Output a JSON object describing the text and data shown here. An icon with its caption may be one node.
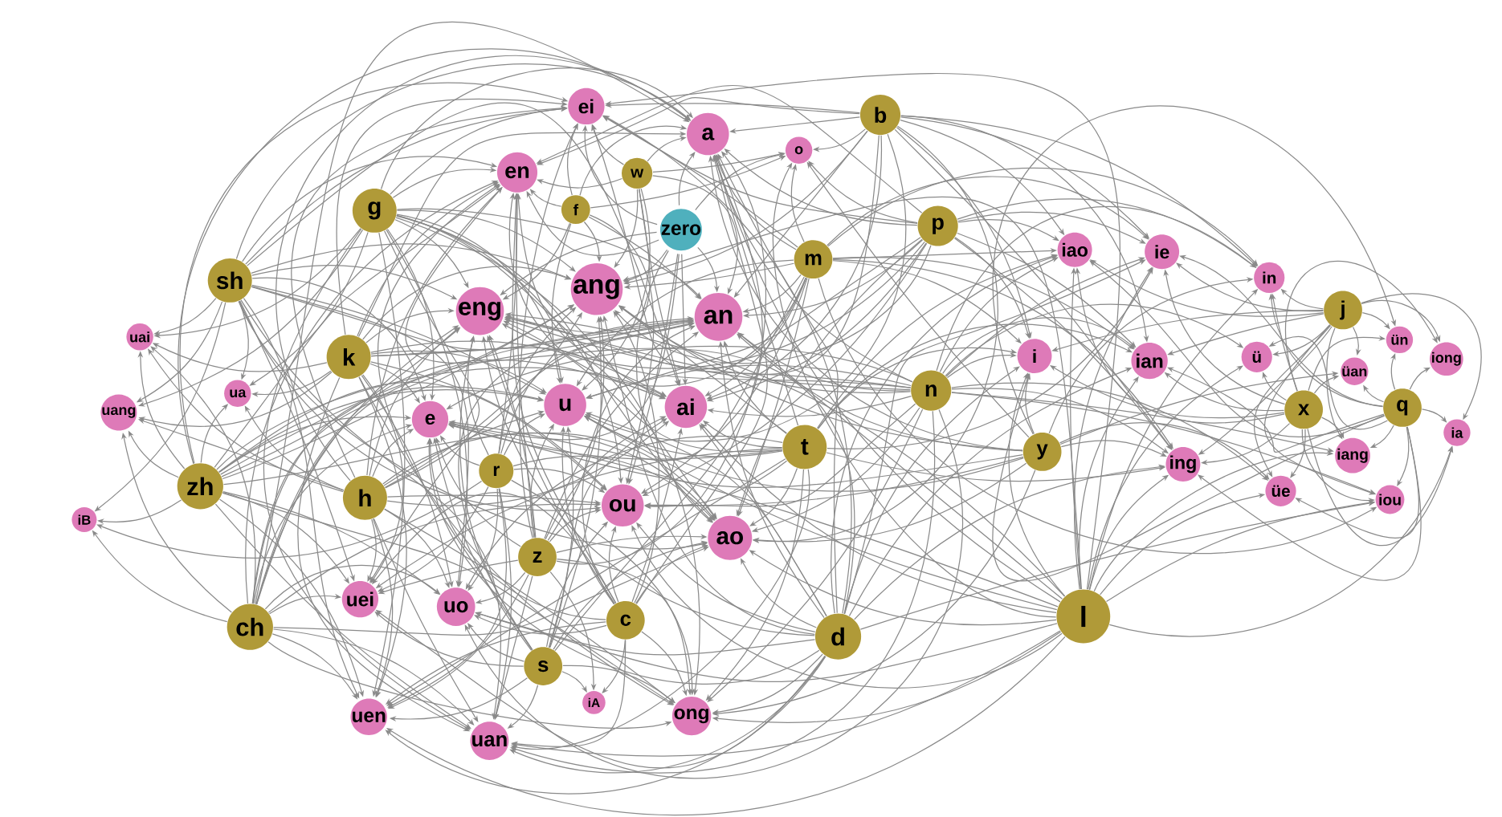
{
  "diagram": {
    "nodes": [
      {
        "text": [
          "ei"
        ]
      },
      {
        "text": [
          "b"
        ]
      },
      {
        "text": [
          "a"
        ]
      },
      {
        "text": [
          "o"
        ]
      },
      {
        "text": [
          "en"
        ]
      },
      {
        "text": [
          "w"
        ]
      },
      {
        "text": [
          "f"
        ]
      },
      {
        "text": [
          "g"
        ]
      },
      {
        "text": [
          "p"
        ]
      },
      {
        "text": [
          "zero"
        ]
      },
      {
        "text": [
          "iao"
        ]
      },
      {
        "text": [
          "ie"
        ]
      },
      {
        "text": [
          "m"
        ]
      },
      {
        "text": [
          "in"
        ]
      },
      {
        "text": [
          "sh"
        ]
      },
      {
        "text": [
          "ang"
        ]
      },
      {
        "text": [
          "j"
        ]
      },
      {
        "text": [
          "eng"
        ]
      },
      {
        "text": [
          "an"
        ]
      },
      {
        "text": [
          "uai"
        ]
      },
      {
        "text": [
          "ün"
        ]
      },
      {
        "text": [
          "i"
        ]
      },
      {
        "text": [
          "k"
        ]
      },
      {
        "text": [
          "ü"
        ]
      },
      {
        "text": [
          "ian"
        ]
      },
      {
        "text": [
          "iong"
        ]
      },
      {
        "text": [
          "üan"
        ]
      },
      {
        "text": [
          "n"
        ]
      },
      {
        "text": [
          "ua"
        ]
      },
      {
        "text": [
          "u"
        ]
      },
      {
        "text": [
          "ai"
        ]
      },
      {
        "text": [
          "q"
        ]
      },
      {
        "text": [
          "x"
        ]
      },
      {
        "text": [
          "uang"
        ]
      },
      {
        "text": [
          "e"
        ]
      },
      {
        "text": [
          "ia"
        ]
      },
      {
        "text": [
          "t"
        ]
      },
      {
        "text": [
          "y"
        ]
      },
      {
        "text": [
          "iang"
        ]
      },
      {
        "text": [
          "ing"
        ]
      },
      {
        "text": [
          "r"
        ]
      },
      {
        "text": [
          "zh"
        ]
      },
      {
        "text": [
          "üe"
        ]
      },
      {
        "text": [
          "h"
        ]
      },
      {
        "text": [
          "iou"
        ]
      },
      {
        "text": [
          "ou"
        ]
      },
      {
        "text": [
          "iB"
        ]
      },
      {
        "text": [
          "ao"
        ]
      },
      {
        "text": [
          "z"
        ]
      },
      {
        "text": [
          "uei"
        ]
      },
      {
        "text": [
          "uo"
        ]
      },
      {
        "text": [
          "l"
        ]
      },
      {
        "text": [
          "c"
        ]
      },
      {
        "text": [
          "ch"
        ]
      },
      {
        "text": [
          "d"
        ]
      },
      {
        "text": [
          "s"
        ]
      },
      {
        "text": [
          "iA"
        ]
      },
      {
        "text": [
          "ong"
        ]
      },
      {
        "text": [
          "uen"
        ]
      },
      {
        "text": [
          "uan"
        ]
      }
    ],
    "edges": [
      {
        "from": 1,
        "to": 2,
        "arrow": "to"
      },
      {
        "from": 1,
        "to": 3,
        "arrow": "to"
      },
      {
        "from": 1,
        "to": 30,
        "arrow": "to"
      },
      {
        "from": 1,
        "to": 0,
        "arrow": "to"
      },
      {
        "from": 1,
        "to": 47,
        "arrow": "to"
      },
      {
        "from": 1,
        "to": 18,
        "arrow": "to"
      },
      {
        "from": 1,
        "to": 4,
        "arrow": "to"
      },
      {
        "from": 1,
        "to": 15,
        "arrow": "to"
      },
      {
        "from": 1,
        "to": 17,
        "arrow": "to"
      },
      {
        "from": 1,
        "to": 21,
        "arrow": "to"
      },
      {
        "from": 1,
        "to": 11,
        "arrow": "to"
      },
      {
        "from": 1,
        "to": 10,
        "arrow": "to"
      },
      {
        "from": 1,
        "to": 24,
        "arrow": "to"
      },
      {
        "from": 1,
        "to": 13,
        "arrow": "to"
      },
      {
        "from": 1,
        "to": 39,
        "arrow": "to"
      },
      {
        "from": 1,
        "to": 29,
        "arrow": "to"
      },
      {
        "from": 8,
        "to": 2,
        "arrow": "to"
      },
      {
        "from": 8,
        "to": 3,
        "arrow": "to"
      },
      {
        "from": 8,
        "to": 30,
        "arrow": "to"
      },
      {
        "from": 8,
        "to": 0,
        "arrow": "to"
      },
      {
        "from": 8,
        "to": 47,
        "arrow": "to"
      },
      {
        "from": 8,
        "to": 45,
        "arrow": "to"
      },
      {
        "from": 8,
        "to": 18,
        "arrow": "to"
      },
      {
        "from": 8,
        "to": 4,
        "arrow": "to"
      },
      {
        "from": 8,
        "to": 15,
        "arrow": "to"
      },
      {
        "from": 8,
        "to": 17,
        "arrow": "to"
      },
      {
        "from": 8,
        "to": 21,
        "arrow": "to"
      },
      {
        "from": 8,
        "to": 11,
        "arrow": "to"
      },
      {
        "from": 8,
        "to": 10,
        "arrow": "to"
      },
      {
        "from": 8,
        "to": 24,
        "arrow": "to"
      },
      {
        "from": 8,
        "to": 13,
        "arrow": "to"
      },
      {
        "from": 8,
        "to": 39,
        "arrow": "to"
      },
      {
        "from": 8,
        "to": 29,
        "arrow": "to"
      },
      {
        "from": 12,
        "to": 2,
        "arrow": "to"
      },
      {
        "from": 12,
        "to": 3,
        "arrow": "to"
      },
      {
        "from": 12,
        "to": 34,
        "arrow": "to"
      },
      {
        "from": 12,
        "to": 30,
        "arrow": "to"
      },
      {
        "from": 12,
        "to": 0,
        "arrow": "to"
      },
      {
        "from": 12,
        "to": 47,
        "arrow": "to"
      },
      {
        "from": 12,
        "to": 45,
        "arrow": "to"
      },
      {
        "from": 12,
        "to": 18,
        "arrow": "to"
      },
      {
        "from": 12,
        "to": 4,
        "arrow": "to"
      },
      {
        "from": 12,
        "to": 15,
        "arrow": "to"
      },
      {
        "from": 12,
        "to": 17,
        "arrow": "to"
      },
      {
        "from": 12,
        "to": 21,
        "arrow": "to"
      },
      {
        "from": 12,
        "to": 11,
        "arrow": "to"
      },
      {
        "from": 12,
        "to": 10,
        "arrow": "to"
      },
      {
        "from": 12,
        "to": 44,
        "arrow": "to"
      },
      {
        "from": 12,
        "to": 24,
        "arrow": "to"
      },
      {
        "from": 12,
        "to": 13,
        "arrow": "to"
      },
      {
        "from": 12,
        "to": 39,
        "arrow": "to"
      },
      {
        "from": 12,
        "to": 29,
        "arrow": "to"
      },
      {
        "from": 6,
        "to": 2,
        "arrow": "to"
      },
      {
        "from": 6,
        "to": 3,
        "arrow": "to"
      },
      {
        "from": 6,
        "to": 0,
        "arrow": "to"
      },
      {
        "from": 6,
        "to": 45,
        "arrow": "to"
      },
      {
        "from": 6,
        "to": 18,
        "arrow": "to"
      },
      {
        "from": 6,
        "to": 4,
        "arrow": "to"
      },
      {
        "from": 6,
        "to": 15,
        "arrow": "to"
      },
      {
        "from": 6,
        "to": 17,
        "arrow": "to"
      },
      {
        "from": 6,
        "to": 29,
        "arrow": "to"
      },
      {
        "from": 54,
        "to": 2,
        "arrow": "to"
      },
      {
        "from": 54,
        "to": 34,
        "arrow": "to"
      },
      {
        "from": 54,
        "to": 30,
        "arrow": "to"
      },
      {
        "from": 54,
        "to": 0,
        "arrow": "to"
      },
      {
        "from": 54,
        "to": 47,
        "arrow": "to"
      },
      {
        "from": 54,
        "to": 45,
        "arrow": "to"
      },
      {
        "from": 54,
        "to": 18,
        "arrow": "to"
      },
      {
        "from": 54,
        "to": 4,
        "arrow": "to"
      },
      {
        "from": 54,
        "to": 15,
        "arrow": "to"
      },
      {
        "from": 54,
        "to": 17,
        "arrow": "to"
      },
      {
        "from": 54,
        "to": 57,
        "arrow": "to"
      },
      {
        "from": 54,
        "to": 21,
        "arrow": "to"
      },
      {
        "from": 54,
        "to": 11,
        "arrow": "to"
      },
      {
        "from": 54,
        "to": 10,
        "arrow": "to"
      },
      {
        "from": 54,
        "to": 44,
        "arrow": "to"
      },
      {
        "from": 54,
        "to": 24,
        "arrow": "to"
      },
      {
        "from": 54,
        "to": 39,
        "arrow": "to"
      },
      {
        "from": 54,
        "to": 29,
        "arrow": "to"
      },
      {
        "from": 54,
        "to": 50,
        "arrow": "to"
      },
      {
        "from": 54,
        "to": 49,
        "arrow": "to"
      },
      {
        "from": 54,
        "to": 59,
        "arrow": "to"
      },
      {
        "from": 54,
        "to": 58,
        "arrow": "to"
      },
      {
        "from": 36,
        "to": 2,
        "arrow": "to"
      },
      {
        "from": 36,
        "to": 34,
        "arrow": "to"
      },
      {
        "from": 36,
        "to": 30,
        "arrow": "to"
      },
      {
        "from": 36,
        "to": 47,
        "arrow": "to"
      },
      {
        "from": 36,
        "to": 45,
        "arrow": "to"
      },
      {
        "from": 36,
        "to": 18,
        "arrow": "to"
      },
      {
        "from": 36,
        "to": 15,
        "arrow": "to"
      },
      {
        "from": 36,
        "to": 17,
        "arrow": "to"
      },
      {
        "from": 36,
        "to": 57,
        "arrow": "to"
      },
      {
        "from": 36,
        "to": 21,
        "arrow": "to"
      },
      {
        "from": 36,
        "to": 11,
        "arrow": "to"
      },
      {
        "from": 36,
        "to": 10,
        "arrow": "to"
      },
      {
        "from": 36,
        "to": 24,
        "arrow": "to"
      },
      {
        "from": 36,
        "to": 39,
        "arrow": "to"
      },
      {
        "from": 36,
        "to": 29,
        "arrow": "to"
      },
      {
        "from": 36,
        "to": 50,
        "arrow": "to"
      },
      {
        "from": 36,
        "to": 49,
        "arrow": "to"
      },
      {
        "from": 36,
        "to": 59,
        "arrow": "to"
      },
      {
        "from": 36,
        "to": 58,
        "arrow": "to"
      },
      {
        "from": 27,
        "to": 2,
        "arrow": "to"
      },
      {
        "from": 27,
        "to": 34,
        "arrow": "to"
      },
      {
        "from": 27,
        "to": 30,
        "arrow": "to"
      },
      {
        "from": 27,
        "to": 0,
        "arrow": "to"
      },
      {
        "from": 27,
        "to": 47,
        "arrow": "to"
      },
      {
        "from": 27,
        "to": 45,
        "arrow": "to"
      },
      {
        "from": 27,
        "to": 18,
        "arrow": "to"
      },
      {
        "from": 27,
        "to": 4,
        "arrow": "to"
      },
      {
        "from": 27,
        "to": 15,
        "arrow": "to"
      },
      {
        "from": 27,
        "to": 17,
        "arrow": "to"
      },
      {
        "from": 27,
        "to": 57,
        "arrow": "to"
      },
      {
        "from": 27,
        "to": 21,
        "arrow": "to"
      },
      {
        "from": 27,
        "to": 11,
        "arrow": "to"
      },
      {
        "from": 27,
        "to": 10,
        "arrow": "to"
      },
      {
        "from": 27,
        "to": 44,
        "arrow": "to"
      },
      {
        "from": 27,
        "to": 24,
        "arrow": "to"
      },
      {
        "from": 27,
        "to": 13,
        "arrow": "to"
      },
      {
        "from": 27,
        "to": 38,
        "arrow": "to"
      },
      {
        "from": 27,
        "to": 39,
        "arrow": "to"
      },
      {
        "from": 27,
        "to": 29,
        "arrow": "to"
      },
      {
        "from": 27,
        "to": 50,
        "arrow": "to"
      },
      {
        "from": 27,
        "to": 59,
        "arrow": "to"
      },
      {
        "from": 27,
        "to": 23,
        "arrow": "to"
      },
      {
        "from": 27,
        "to": 42,
        "arrow": "to"
      },
      {
        "from": 51,
        "to": 2,
        "arrow": "to"
      },
      {
        "from": 51,
        "to": 3,
        "arrow": "to"
      },
      {
        "from": 51,
        "to": 34,
        "arrow": "to"
      },
      {
        "from": 51,
        "to": 30,
        "arrow": "to"
      },
      {
        "from": 51,
        "to": 0,
        "arrow": "to"
      },
      {
        "from": 51,
        "to": 47,
        "arrow": "to"
      },
      {
        "from": 51,
        "to": 45,
        "arrow": "to"
      },
      {
        "from": 51,
        "to": 18,
        "arrow": "to"
      },
      {
        "from": 51,
        "to": 15,
        "arrow": "to"
      },
      {
        "from": 51,
        "to": 17,
        "arrow": "to"
      },
      {
        "from": 51,
        "to": 57,
        "arrow": "to"
      },
      {
        "from": 51,
        "to": 21,
        "arrow": "to"
      },
      {
        "from": 51,
        "to": 35,
        "arrow": "to"
      },
      {
        "from": 51,
        "to": 11,
        "arrow": "to"
      },
      {
        "from": 51,
        "to": 10,
        "arrow": "to"
      },
      {
        "from": 51,
        "to": 44,
        "arrow": "to"
      },
      {
        "from": 51,
        "to": 24,
        "arrow": "to"
      },
      {
        "from": 51,
        "to": 13,
        "arrow": "to"
      },
      {
        "from": 51,
        "to": 38,
        "arrow": "to"
      },
      {
        "from": 51,
        "to": 39,
        "arrow": "to"
      },
      {
        "from": 51,
        "to": 29,
        "arrow": "to"
      },
      {
        "from": 51,
        "to": 50,
        "arrow": "to"
      },
      {
        "from": 51,
        "to": 59,
        "arrow": "to"
      },
      {
        "from": 51,
        "to": 58,
        "arrow": "to"
      },
      {
        "from": 51,
        "to": 23,
        "arrow": "to"
      },
      {
        "from": 51,
        "to": 42,
        "arrow": "to"
      },
      {
        "from": 7,
        "to": 2,
        "arrow": "to"
      },
      {
        "from": 7,
        "to": 34,
        "arrow": "to"
      },
      {
        "from": 7,
        "to": 30,
        "arrow": "to"
      },
      {
        "from": 7,
        "to": 0,
        "arrow": "to"
      },
      {
        "from": 7,
        "to": 47,
        "arrow": "to"
      },
      {
        "from": 7,
        "to": 45,
        "arrow": "to"
      },
      {
        "from": 7,
        "to": 18,
        "arrow": "to"
      },
      {
        "from": 7,
        "to": 4,
        "arrow": "to"
      },
      {
        "from": 7,
        "to": 15,
        "arrow": "to"
      },
      {
        "from": 7,
        "to": 17,
        "arrow": "to"
      },
      {
        "from": 7,
        "to": 57,
        "arrow": "to"
      },
      {
        "from": 7,
        "to": 29,
        "arrow": "to"
      },
      {
        "from": 7,
        "to": 28,
        "arrow": "to"
      },
      {
        "from": 7,
        "to": 50,
        "arrow": "to"
      },
      {
        "from": 7,
        "to": 19,
        "arrow": "to"
      },
      {
        "from": 7,
        "to": 49,
        "arrow": "to"
      },
      {
        "from": 7,
        "to": 59,
        "arrow": "to"
      },
      {
        "from": 7,
        "to": 58,
        "arrow": "to"
      },
      {
        "from": 7,
        "to": 33,
        "arrow": "to"
      },
      {
        "from": 22,
        "to": 2,
        "arrow": "to"
      },
      {
        "from": 22,
        "to": 34,
        "arrow": "to"
      },
      {
        "from": 22,
        "to": 30,
        "arrow": "to"
      },
      {
        "from": 22,
        "to": 0,
        "arrow": "to"
      },
      {
        "from": 22,
        "to": 47,
        "arrow": "to"
      },
      {
        "from": 22,
        "to": 45,
        "arrow": "to"
      },
      {
        "from": 22,
        "to": 18,
        "arrow": "to"
      },
      {
        "from": 22,
        "to": 4,
        "arrow": "to"
      },
      {
        "from": 22,
        "to": 15,
        "arrow": "to"
      },
      {
        "from": 22,
        "to": 17,
        "arrow": "to"
      },
      {
        "from": 22,
        "to": 57,
        "arrow": "to"
      },
      {
        "from": 22,
        "to": 29,
        "arrow": "to"
      },
      {
        "from": 22,
        "to": 28,
        "arrow": "to"
      },
      {
        "from": 22,
        "to": 50,
        "arrow": "to"
      },
      {
        "from": 22,
        "to": 19,
        "arrow": "to"
      },
      {
        "from": 22,
        "to": 49,
        "arrow": "to"
      },
      {
        "from": 22,
        "to": 59,
        "arrow": "to"
      },
      {
        "from": 22,
        "to": 58,
        "arrow": "to"
      },
      {
        "from": 22,
        "to": 33,
        "arrow": "to"
      },
      {
        "from": 43,
        "to": 2,
        "arrow": "to"
      },
      {
        "from": 43,
        "to": 34,
        "arrow": "to"
      },
      {
        "from": 43,
        "to": 30,
        "arrow": "to"
      },
      {
        "from": 43,
        "to": 0,
        "arrow": "to"
      },
      {
        "from": 43,
        "to": 47,
        "arrow": "to"
      },
      {
        "from": 43,
        "to": 45,
        "arrow": "to"
      },
      {
        "from": 43,
        "to": 18,
        "arrow": "to"
      },
      {
        "from": 43,
        "to": 4,
        "arrow": "to"
      },
      {
        "from": 43,
        "to": 15,
        "arrow": "to"
      },
      {
        "from": 43,
        "to": 17,
        "arrow": "to"
      },
      {
        "from": 43,
        "to": 57,
        "arrow": "to"
      },
      {
        "from": 43,
        "to": 29,
        "arrow": "to"
      },
      {
        "from": 43,
        "to": 28,
        "arrow": "to"
      },
      {
        "from": 43,
        "to": 50,
        "arrow": "to"
      },
      {
        "from": 43,
        "to": 19,
        "arrow": "to"
      },
      {
        "from": 43,
        "to": 49,
        "arrow": "to"
      },
      {
        "from": 43,
        "to": 59,
        "arrow": "to"
      },
      {
        "from": 43,
        "to": 58,
        "arrow": "to"
      },
      {
        "from": 43,
        "to": 33,
        "arrow": "to"
      },
      {
        "from": 16,
        "to": 21,
        "arrow": "to"
      },
      {
        "from": 16,
        "to": 35,
        "arrow": "to"
      },
      {
        "from": 16,
        "to": 11,
        "arrow": "to"
      },
      {
        "from": 16,
        "to": 10,
        "arrow": "to"
      },
      {
        "from": 16,
        "to": 44,
        "arrow": "to"
      },
      {
        "from": 16,
        "to": 24,
        "arrow": "to"
      },
      {
        "from": 16,
        "to": 13,
        "arrow": "to"
      },
      {
        "from": 16,
        "to": 38,
        "arrow": "to"
      },
      {
        "from": 16,
        "to": 39,
        "arrow": "to"
      },
      {
        "from": 16,
        "to": 25,
        "arrow": "to"
      },
      {
        "from": 16,
        "to": 23,
        "arrow": "to"
      },
      {
        "from": 16,
        "to": 42,
        "arrow": "to"
      },
      {
        "from": 16,
        "to": 26,
        "arrow": "to"
      },
      {
        "from": 16,
        "to": 20,
        "arrow": "to"
      },
      {
        "from": 31,
        "to": 21,
        "arrow": "to"
      },
      {
        "from": 31,
        "to": 35,
        "arrow": "to"
      },
      {
        "from": 31,
        "to": 11,
        "arrow": "to"
      },
      {
        "from": 31,
        "to": 10,
        "arrow": "to"
      },
      {
        "from": 31,
        "to": 44,
        "arrow": "to"
      },
      {
        "from": 31,
        "to": 24,
        "arrow": "to"
      },
      {
        "from": 31,
        "to": 13,
        "arrow": "to"
      },
      {
        "from": 31,
        "to": 38,
        "arrow": "to"
      },
      {
        "from": 31,
        "to": 39,
        "arrow": "to"
      },
      {
        "from": 31,
        "to": 25,
        "arrow": "to"
      },
      {
        "from": 31,
        "to": 23,
        "arrow": "to"
      },
      {
        "from": 31,
        "to": 42,
        "arrow": "to"
      },
      {
        "from": 31,
        "to": 26,
        "arrow": "to"
      },
      {
        "from": 31,
        "to": 20,
        "arrow": "to"
      },
      {
        "from": 32,
        "to": 21,
        "arrow": "to"
      },
      {
        "from": 32,
        "to": 35,
        "arrow": "to"
      },
      {
        "from": 32,
        "to": 11,
        "arrow": "to"
      },
      {
        "from": 32,
        "to": 10,
        "arrow": "to"
      },
      {
        "from": 32,
        "to": 44,
        "arrow": "to"
      },
      {
        "from": 32,
        "to": 24,
        "arrow": "to"
      },
      {
        "from": 32,
        "to": 13,
        "arrow": "to"
      },
      {
        "from": 32,
        "to": 38,
        "arrow": "to"
      },
      {
        "from": 32,
        "to": 39,
        "arrow": "to"
      },
      {
        "from": 32,
        "to": 25,
        "arrow": "to"
      },
      {
        "from": 32,
        "to": 23,
        "arrow": "to"
      },
      {
        "from": 32,
        "to": 42,
        "arrow": "to"
      },
      {
        "from": 32,
        "to": 26,
        "arrow": "to"
      },
      {
        "from": 32,
        "to": 20,
        "arrow": "to"
      },
      {
        "from": 41,
        "to": 2,
        "arrow": "to"
      },
      {
        "from": 41,
        "to": 34,
        "arrow": "to"
      },
      {
        "from": 41,
        "to": 30,
        "arrow": "to"
      },
      {
        "from": 41,
        "to": 0,
        "arrow": "to"
      },
      {
        "from": 41,
        "to": 47,
        "arrow": "to"
      },
      {
        "from": 41,
        "to": 45,
        "arrow": "to"
      },
      {
        "from": 41,
        "to": 18,
        "arrow": "to"
      },
      {
        "from": 41,
        "to": 4,
        "arrow": "to"
      },
      {
        "from": 41,
        "to": 15,
        "arrow": "to"
      },
      {
        "from": 41,
        "to": 17,
        "arrow": "to"
      },
      {
        "from": 41,
        "to": 57,
        "arrow": "to"
      },
      {
        "from": 41,
        "to": 29,
        "arrow": "to"
      },
      {
        "from": 41,
        "to": 28,
        "arrow": "to"
      },
      {
        "from": 41,
        "to": 50,
        "arrow": "to"
      },
      {
        "from": 41,
        "to": 19,
        "arrow": "to"
      },
      {
        "from": 41,
        "to": 49,
        "arrow": "to"
      },
      {
        "from": 41,
        "to": 59,
        "arrow": "to"
      },
      {
        "from": 41,
        "to": 58,
        "arrow": "to"
      },
      {
        "from": 41,
        "to": 33,
        "arrow": "to"
      },
      {
        "from": 41,
        "to": 46,
        "arrow": "to"
      },
      {
        "from": 53,
        "to": 2,
        "arrow": "to"
      },
      {
        "from": 53,
        "to": 34,
        "arrow": "to"
      },
      {
        "from": 53,
        "to": 30,
        "arrow": "to"
      },
      {
        "from": 53,
        "to": 47,
        "arrow": "to"
      },
      {
        "from": 53,
        "to": 45,
        "arrow": "to"
      },
      {
        "from": 53,
        "to": 18,
        "arrow": "to"
      },
      {
        "from": 53,
        "to": 4,
        "arrow": "to"
      },
      {
        "from": 53,
        "to": 15,
        "arrow": "to"
      },
      {
        "from": 53,
        "to": 17,
        "arrow": "to"
      },
      {
        "from": 53,
        "to": 57,
        "arrow": "to"
      },
      {
        "from": 53,
        "to": 29,
        "arrow": "to"
      },
      {
        "from": 53,
        "to": 50,
        "arrow": "to"
      },
      {
        "from": 53,
        "to": 19,
        "arrow": "to"
      },
      {
        "from": 53,
        "to": 49,
        "arrow": "to"
      },
      {
        "from": 53,
        "to": 59,
        "arrow": "to"
      },
      {
        "from": 53,
        "to": 58,
        "arrow": "to"
      },
      {
        "from": 53,
        "to": 33,
        "arrow": "to"
      },
      {
        "from": 53,
        "to": 46,
        "arrow": "to"
      },
      {
        "from": 14,
        "to": 2,
        "arrow": "to"
      },
      {
        "from": 14,
        "to": 34,
        "arrow": "to"
      },
      {
        "from": 14,
        "to": 30,
        "arrow": "to"
      },
      {
        "from": 14,
        "to": 0,
        "arrow": "to"
      },
      {
        "from": 14,
        "to": 47,
        "arrow": "to"
      },
      {
        "from": 14,
        "to": 45,
        "arrow": "to"
      },
      {
        "from": 14,
        "to": 18,
        "arrow": "to"
      },
      {
        "from": 14,
        "to": 4,
        "arrow": "to"
      },
      {
        "from": 14,
        "to": 15,
        "arrow": "to"
      },
      {
        "from": 14,
        "to": 17,
        "arrow": "to"
      },
      {
        "from": 14,
        "to": 29,
        "arrow": "to"
      },
      {
        "from": 14,
        "to": 28,
        "arrow": "to"
      },
      {
        "from": 14,
        "to": 50,
        "arrow": "to"
      },
      {
        "from": 14,
        "to": 19,
        "arrow": "to"
      },
      {
        "from": 14,
        "to": 49,
        "arrow": "to"
      },
      {
        "from": 14,
        "to": 59,
        "arrow": "to"
      },
      {
        "from": 14,
        "to": 58,
        "arrow": "to"
      },
      {
        "from": 14,
        "to": 33,
        "arrow": "to"
      },
      {
        "from": 14,
        "to": 46,
        "arrow": "to"
      },
      {
        "from": 40,
        "to": 34,
        "arrow": "to"
      },
      {
        "from": 40,
        "to": 47,
        "arrow": "to"
      },
      {
        "from": 40,
        "to": 45,
        "arrow": "to"
      },
      {
        "from": 40,
        "to": 18,
        "arrow": "to"
      },
      {
        "from": 40,
        "to": 4,
        "arrow": "to"
      },
      {
        "from": 40,
        "to": 15,
        "arrow": "to"
      },
      {
        "from": 40,
        "to": 17,
        "arrow": "to"
      },
      {
        "from": 40,
        "to": 57,
        "arrow": "to"
      },
      {
        "from": 40,
        "to": 29,
        "arrow": "to"
      },
      {
        "from": 40,
        "to": 50,
        "arrow": "to"
      },
      {
        "from": 40,
        "to": 49,
        "arrow": "to"
      },
      {
        "from": 40,
        "to": 59,
        "arrow": "to"
      },
      {
        "from": 40,
        "to": 58,
        "arrow": "to"
      },
      {
        "from": 40,
        "to": 46,
        "arrow": "to"
      },
      {
        "from": 48,
        "to": 2,
        "arrow": "to"
      },
      {
        "from": 48,
        "to": 34,
        "arrow": "to"
      },
      {
        "from": 48,
        "to": 30,
        "arrow": "to"
      },
      {
        "from": 48,
        "to": 0,
        "arrow": "to"
      },
      {
        "from": 48,
        "to": 47,
        "arrow": "to"
      },
      {
        "from": 48,
        "to": 45,
        "arrow": "to"
      },
      {
        "from": 48,
        "to": 18,
        "arrow": "to"
      },
      {
        "from": 48,
        "to": 4,
        "arrow": "to"
      },
      {
        "from": 48,
        "to": 15,
        "arrow": "to"
      },
      {
        "from": 48,
        "to": 17,
        "arrow": "to"
      },
      {
        "from": 48,
        "to": 57,
        "arrow": "to"
      },
      {
        "from": 48,
        "to": 29,
        "arrow": "to"
      },
      {
        "from": 48,
        "to": 50,
        "arrow": "to"
      },
      {
        "from": 48,
        "to": 49,
        "arrow": "to"
      },
      {
        "from": 48,
        "to": 59,
        "arrow": "to"
      },
      {
        "from": 48,
        "to": 58,
        "arrow": "to"
      },
      {
        "from": 48,
        "to": 56,
        "arrow": "to"
      },
      {
        "from": 52,
        "to": 2,
        "arrow": "to"
      },
      {
        "from": 52,
        "to": 34,
        "arrow": "to"
      },
      {
        "from": 52,
        "to": 30,
        "arrow": "to"
      },
      {
        "from": 52,
        "to": 47,
        "arrow": "to"
      },
      {
        "from": 52,
        "to": 45,
        "arrow": "to"
      },
      {
        "from": 52,
        "to": 18,
        "arrow": "to"
      },
      {
        "from": 52,
        "to": 4,
        "arrow": "to"
      },
      {
        "from": 52,
        "to": 15,
        "arrow": "to"
      },
      {
        "from": 52,
        "to": 17,
        "arrow": "to"
      },
      {
        "from": 52,
        "to": 57,
        "arrow": "to"
      },
      {
        "from": 52,
        "to": 29,
        "arrow": "to"
      },
      {
        "from": 52,
        "to": 50,
        "arrow": "to"
      },
      {
        "from": 52,
        "to": 49,
        "arrow": "to"
      },
      {
        "from": 52,
        "to": 59,
        "arrow": "to"
      },
      {
        "from": 52,
        "to": 58,
        "arrow": "to"
      },
      {
        "from": 52,
        "to": 56,
        "arrow": "to"
      },
      {
        "from": 55,
        "to": 2,
        "arrow": "to"
      },
      {
        "from": 55,
        "to": 34,
        "arrow": "to"
      },
      {
        "from": 55,
        "to": 30,
        "arrow": "to"
      },
      {
        "from": 55,
        "to": 47,
        "arrow": "to"
      },
      {
        "from": 55,
        "to": 45,
        "arrow": "to"
      },
      {
        "from": 55,
        "to": 18,
        "arrow": "to"
      },
      {
        "from": 55,
        "to": 4,
        "arrow": "to"
      },
      {
        "from": 55,
        "to": 15,
        "arrow": "to"
      },
      {
        "from": 55,
        "to": 17,
        "arrow": "to"
      },
      {
        "from": 55,
        "to": 57,
        "arrow": "to"
      },
      {
        "from": 55,
        "to": 29,
        "arrow": "to"
      },
      {
        "from": 55,
        "to": 50,
        "arrow": "to"
      },
      {
        "from": 55,
        "to": 49,
        "arrow": "to"
      },
      {
        "from": 55,
        "to": 59,
        "arrow": "to"
      },
      {
        "from": 55,
        "to": 58,
        "arrow": "to"
      },
      {
        "from": 55,
        "to": 56,
        "arrow": "to"
      },
      {
        "from": 37,
        "to": 2,
        "arrow": "to"
      },
      {
        "from": 37,
        "to": 3,
        "arrow": "to"
      },
      {
        "from": 37,
        "to": 34,
        "arrow": "to"
      },
      {
        "from": 37,
        "to": 47,
        "arrow": "to"
      },
      {
        "from": 37,
        "to": 45,
        "arrow": "to"
      },
      {
        "from": 37,
        "to": 18,
        "arrow": "to"
      },
      {
        "from": 37,
        "to": 13,
        "arrow": "to"
      },
      {
        "from": 37,
        "to": 15,
        "arrow": "to"
      },
      {
        "from": 37,
        "to": 39,
        "arrow": "to"
      },
      {
        "from": 37,
        "to": 57,
        "arrow": "to"
      },
      {
        "from": 37,
        "to": 21,
        "arrow": "to"
      },
      {
        "from": 37,
        "to": 29,
        "arrow": "to"
      },
      {
        "from": 37,
        "to": 42,
        "arrow": "to"
      },
      {
        "from": 37,
        "to": 26,
        "arrow": "to"
      },
      {
        "from": 37,
        "to": 20,
        "arrow": "to"
      },
      {
        "from": 5,
        "to": 2,
        "arrow": "to"
      },
      {
        "from": 5,
        "to": 3,
        "arrow": "to"
      },
      {
        "from": 5,
        "to": 30,
        "arrow": "to"
      },
      {
        "from": 5,
        "to": 0,
        "arrow": "to"
      },
      {
        "from": 5,
        "to": 18,
        "arrow": "to"
      },
      {
        "from": 5,
        "to": 4,
        "arrow": "to"
      },
      {
        "from": 5,
        "to": 15,
        "arrow": "to"
      },
      {
        "from": 5,
        "to": 17,
        "arrow": "to"
      },
      {
        "from": 5,
        "to": 29,
        "arrow": "to"
      },
      {
        "from": 9,
        "to": 2,
        "arrow": "to"
      },
      {
        "from": 9,
        "to": 3,
        "arrow": "to"
      },
      {
        "from": 9,
        "to": 34,
        "arrow": "to"
      },
      {
        "from": 9,
        "to": 30,
        "arrow": "to"
      },
      {
        "from": 9,
        "to": 0,
        "arrow": "to"
      },
      {
        "from": 9,
        "to": 47,
        "arrow": "to"
      },
      {
        "from": 9,
        "to": 45,
        "arrow": "to"
      },
      {
        "from": 9,
        "to": 18,
        "arrow": "to"
      },
      {
        "from": 9,
        "to": 4,
        "arrow": "to"
      },
      {
        "from": 9,
        "to": 15,
        "arrow": "to"
      },
      {
        "from": 9,
        "to": 17,
        "arrow": "to"
      }
    ]
  }
}
